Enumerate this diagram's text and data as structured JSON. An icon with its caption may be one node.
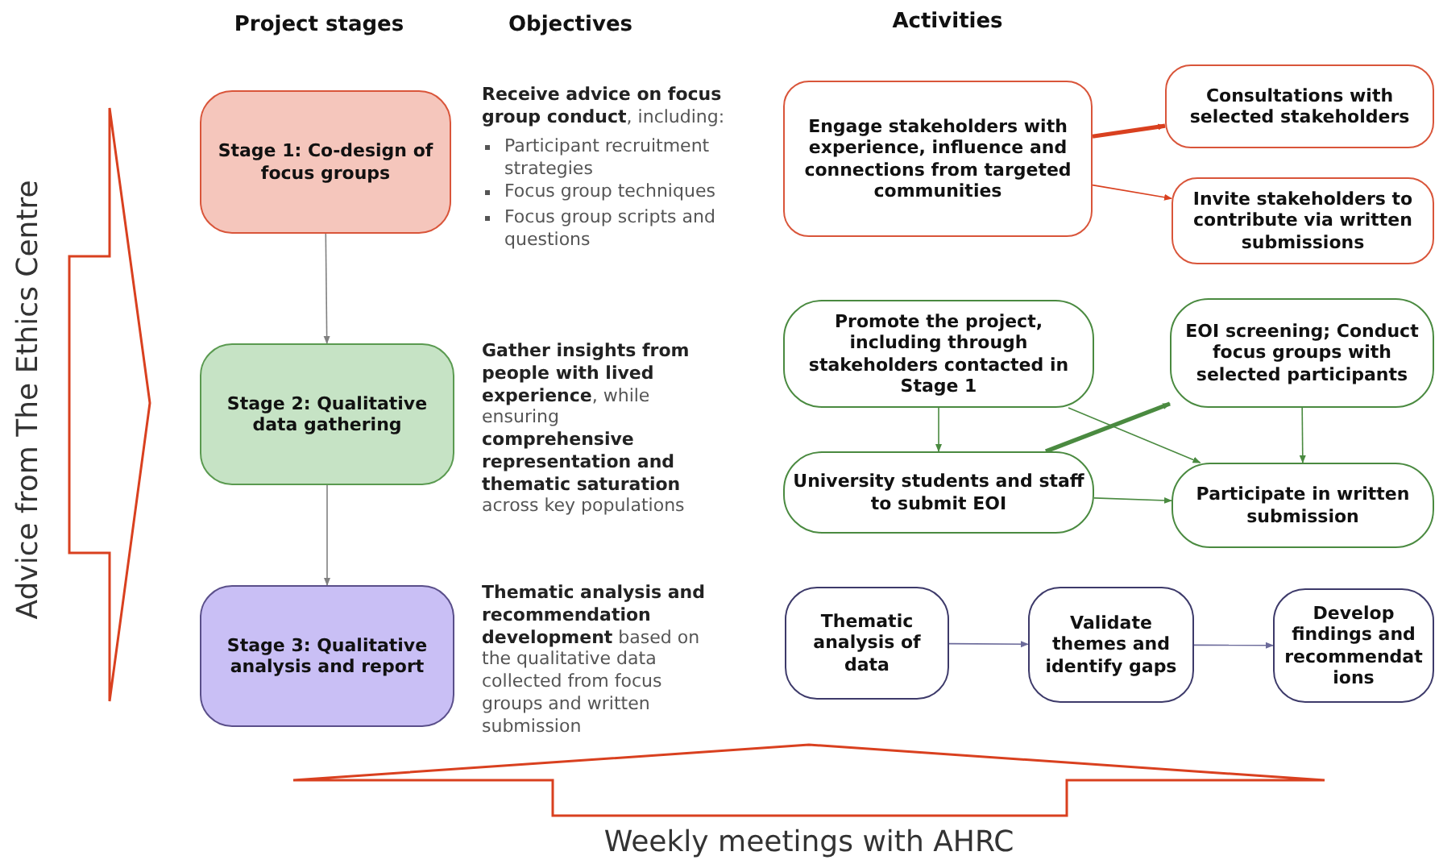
{
  "diagram": {
    "nodes": [
      {
        "text": [
          "Stage 1: Co-design of focus groups"
        ]
      },
      {
        "text": [
          "Stage 2: Qualitative data gathering"
        ]
      },
      {
        "text": [
          "Stage 3: Qualitative analysis and report"
        ]
      },
      {
        "text": [
          "Engage stakeholders with experience, influence and connections from targeted communities"
        ]
      },
      {
        "text": [
          "Consultations with selected stakeholders"
        ]
      },
      {
        "text": [
          "Invite stakeholders to contribute via written submissions"
        ]
      },
      {
        "text": [
          "Promote the project, including through stakeholders contacted in Stage 1"
        ]
      },
      {
        "text": [
          "University students and staff to submit EOI"
        ]
      },
      {
        "text": [
          "EOI screening; Conduct focus groups with selected participants"
        ]
      },
      {
        "text": [
          "Participate in written submission"
        ]
      },
      {
        "text": [
          "Thematic analysis of data"
        ]
      },
      {
        "text": [
          "Validate themes and identify gaps"
        ]
      },
      {
        "text": [
          "Develop findings and recommendations"
        ]
      }
    ],
    "edges": [
      {
        "from": 0,
        "to": 1,
        "arrow": "to",
        "color": "#808080"
      },
      {
        "from": 1,
        "to": 2,
        "arrow": "to",
        "color": "#808080"
      },
      {
        "from": 3,
        "to": 4,
        "arrow": "to",
        "style": "thick",
        "color": "#d9401f"
      },
      {
        "from": 3,
        "to": 5,
        "arrow": "to",
        "color": "#d9401f"
      },
      {
        "from": 6,
        "to": 7,
        "arrow": "to"
      },
      {
        "from": 6,
        "to": 9,
        "arrow": "to"
      },
      {
        "from": 7,
        "to": 8,
        "arrow": "to",
        "style": "thick"
      },
      {
        "from": 7,
        "to": 9,
        "arrow": "to"
      },
      {
        "from": 8,
        "to": 9,
        "arrow": "to"
      },
      {
        "from": 10,
        "to": 11,
        "arrow": "to",
        "color": "#6b6a9a"
      },
      {
        "from": 11,
        "to": 12,
        "arrow": "to",
        "color": "#6b6a9a"
      }
    ],
    "labels": [
      "Project stages",
      "Objectives",
      "Activities",
      "Advice from The Ethics Centre",
      "**Receive advice on focus group conduct**, including:",
      "Participant recruitment strategies",
      "Focus group techniques",
      "Focus group scripts and questions",
      "**Gather insights from people with lived experience**, while ensuring **comprehensive representation and thematic saturation** across key populations",
      "**Thematic analysis and recommendation development** based on the qualitative data collected from focus groups and written submission",
      "Weekly meetings with AHRC"
    ]
  }
}
